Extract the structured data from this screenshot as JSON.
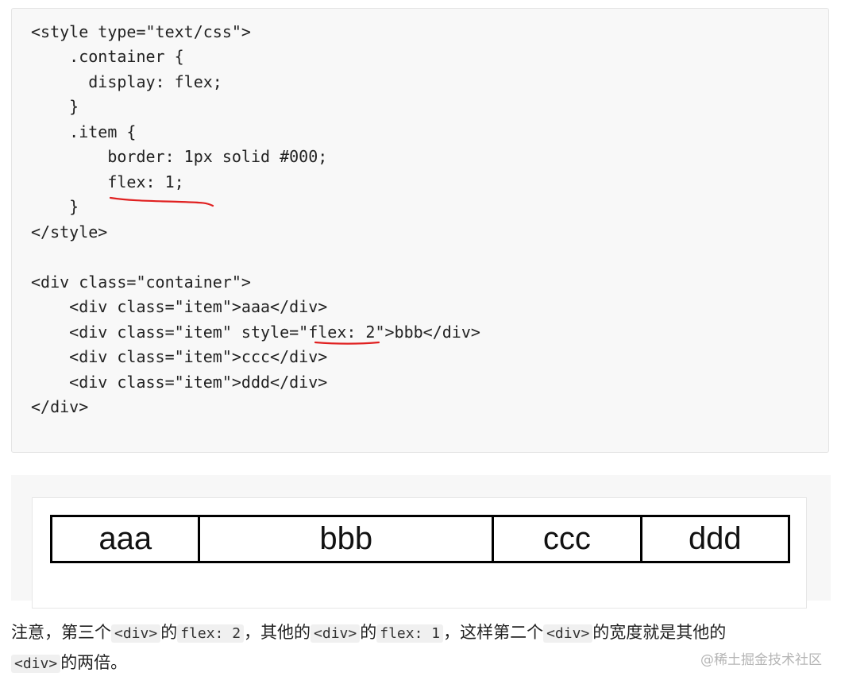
{
  "code": {
    "lines": [
      "<style type=\"text/css\">",
      "    .container {",
      "      display: flex;",
      "    }",
      "    .item {",
      "        border: 1px solid #000;",
      "        flex: 1;",
      "    }",
      "</style>",
      "",
      "<div class=\"container\">",
      "    <div class=\"item\">aaa</div>",
      "    <div class=\"item\" style=\"flex: 2\">bbb</div>",
      "    <div class=\"item\">ccc</div>",
      "    <div class=\"item\">ddd</div>",
      "</div>"
    ],
    "annotation_color": "#e02020"
  },
  "demo": {
    "items": [
      {
        "label": "aaa",
        "flex": 1
      },
      {
        "label": "bbb",
        "flex": 2
      },
      {
        "label": "ccc",
        "flex": 1
      },
      {
        "label": "ddd",
        "flex": 1
      }
    ]
  },
  "paragraph": {
    "t1": "注意，第三个",
    "c1": "<div>",
    "t2": "的",
    "c2": "flex: 2",
    "t3": "，其他的",
    "c3": "<div>",
    "t4": "的",
    "c4": "flex: 1",
    "t5": "，这样第二个",
    "c5": "<div>",
    "t6": "的宽度就是其他的",
    "c6": "<div>",
    "t7": "的两倍。"
  },
  "watermark": "@稀土掘金技术社区"
}
